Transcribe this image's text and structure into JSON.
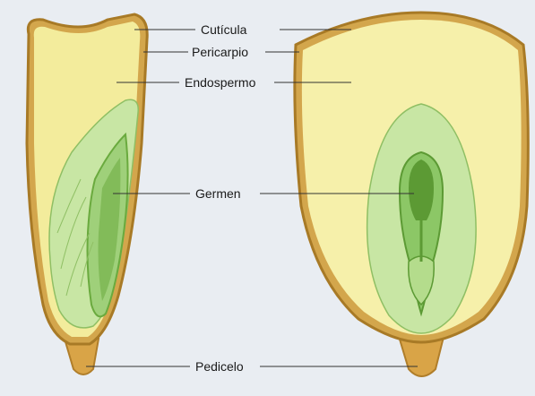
{
  "labels": {
    "cuticula": "Cutícula",
    "pericarpio": "Pericarpio",
    "endospermo": "Endospermo",
    "germen": "Germen",
    "pedicelo": "Pedicelo"
  },
  "colors": {
    "background": "#e9edf2",
    "pericarp": "#c89a3a",
    "endosperm_left": "#f3ec9c",
    "endosperm_right": "#f6f0aa",
    "germ_light": "#c8e6a4",
    "germ_dark": "#6aaa3e",
    "leader": "#333333"
  }
}
